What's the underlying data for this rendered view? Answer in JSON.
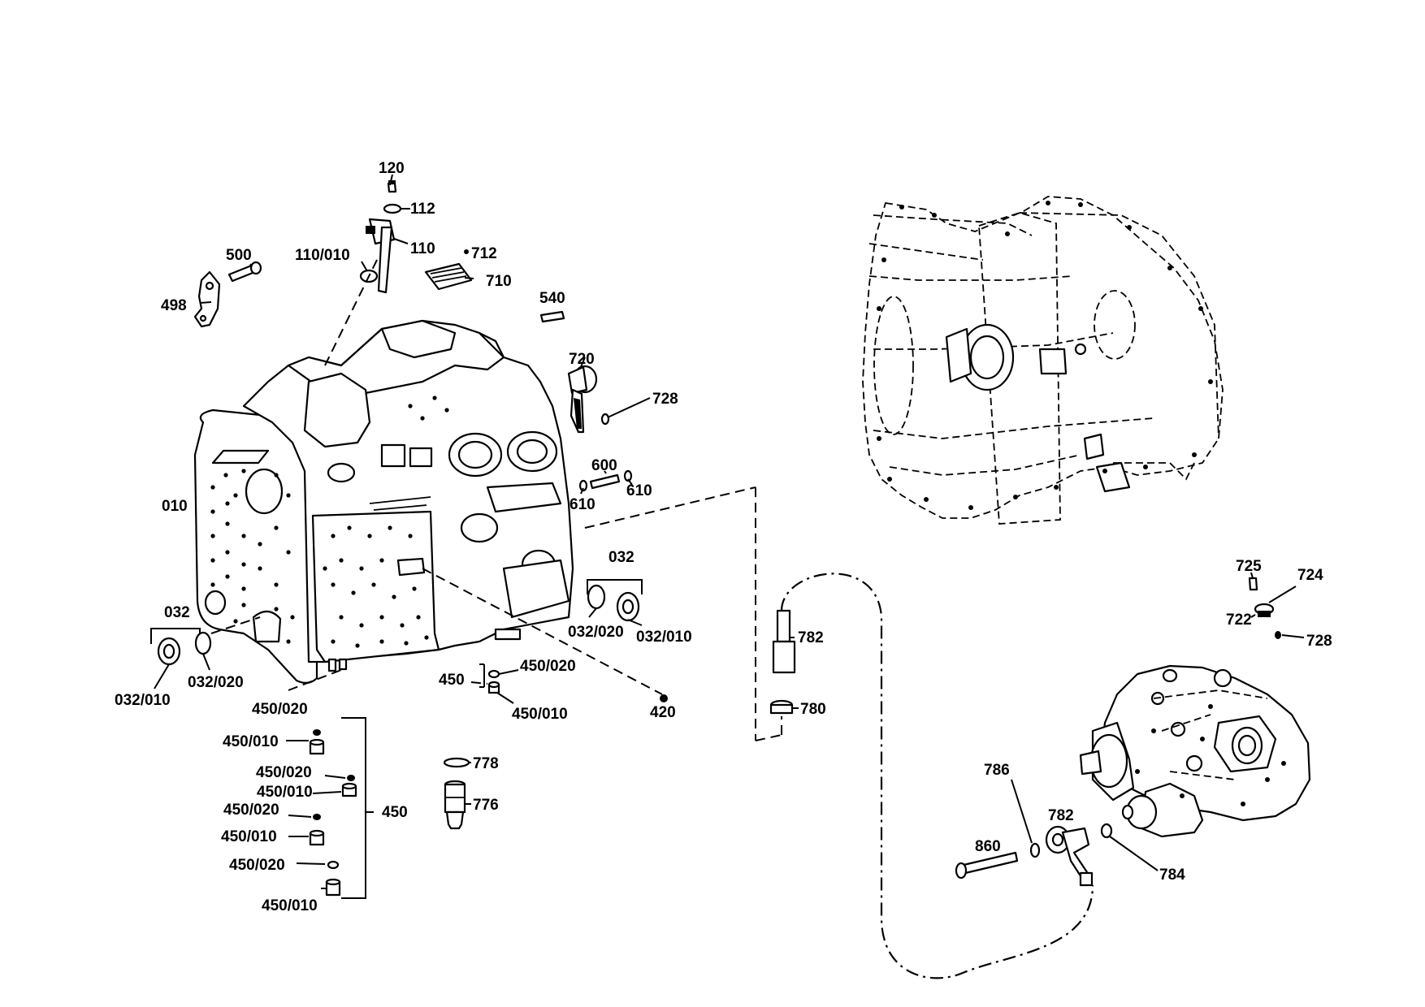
{
  "diagram": {
    "labels": {
      "p120": "120",
      "p112": "112",
      "p110": "110",
      "p110_010": "110/010",
      "p712": "712",
      "p710": "710",
      "p500": "500",
      "p498": "498",
      "p540": "540",
      "p720": "720",
      "p728a": "728",
      "p600": "600",
      "p610a": "610",
      "p610b": "610",
      "p010": "010",
      "p032a": "032",
      "p032_020a": "032/020",
      "p032_010a": "032/010",
      "p032b": "032",
      "p032_020b": "032/020",
      "p032_010b": "032/010",
      "p450a": "450",
      "p450_020a": "450/020",
      "p450_010a": "450/010",
      "p420": "420",
      "p450_020b": "450/020",
      "p450_010b": "450/010",
      "p450_020c": "450/020",
      "p450_010c": "450/010",
      "p450_020d": "450/020",
      "p450_010d": "450/010",
      "p450_020e": "450/020",
      "p450_010e": "450/010",
      "p450b": "450",
      "p778": "778",
      "p776": "776",
      "p782a": "782",
      "p780": "780",
      "p725": "725",
      "p724": "724",
      "p722": "722",
      "p728b": "728",
      "p786": "786",
      "p782b": "782",
      "p860": "860",
      "p784": "784"
    }
  }
}
